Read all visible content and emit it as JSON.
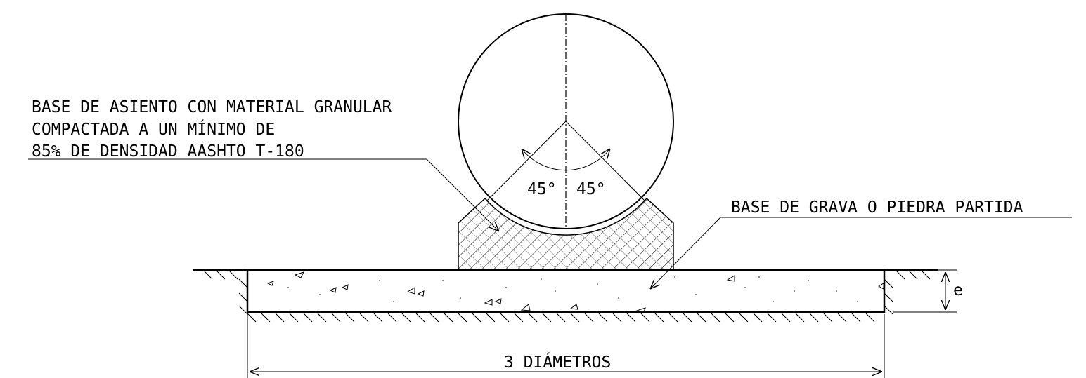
{
  "notes": {
    "bedding_line1": "BASE DE ASIENTO CON MATERIAL GRANULAR",
    "bedding_line2": "COMPACTADA A UN MÍNIMO DE",
    "bedding_line3": "85% DE DENSIDAD AASHTO T-180",
    "gravel": "BASE DE GRAVA O PIEDRA PARTIDA"
  },
  "angles": {
    "left": "45°",
    "right": "45°"
  },
  "dimensions": {
    "width": "3 DIÁMETROS",
    "thickness": "e"
  }
}
